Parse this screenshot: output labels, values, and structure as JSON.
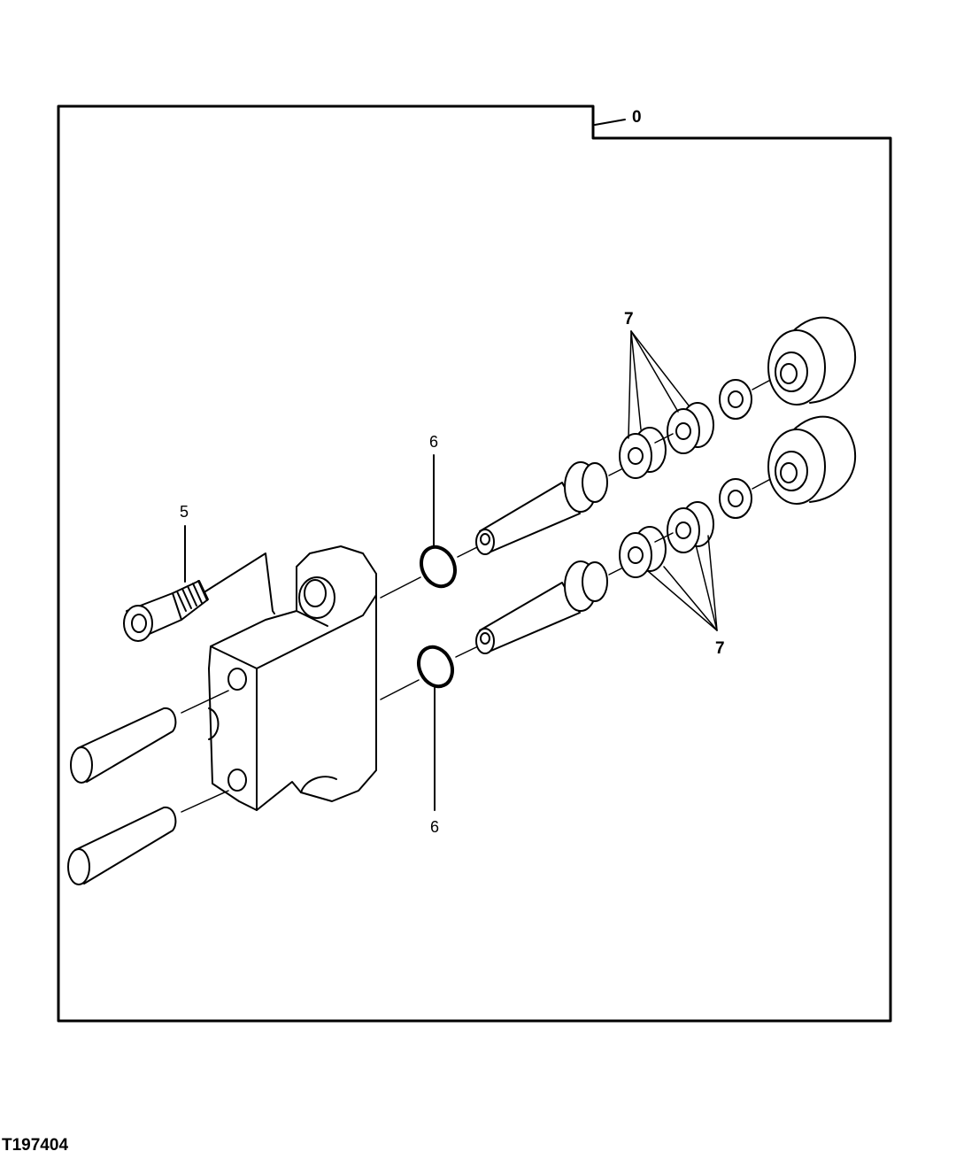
{
  "figure_id": "T197404",
  "callouts": {
    "assembly": "0",
    "cap_screw": "5",
    "o_ring_upper": "6",
    "o_ring_lower": "6",
    "seals_upper": "7",
    "seals_lower": "7"
  },
  "colors": {
    "line": "#000000",
    "background": "#ffffff"
  }
}
